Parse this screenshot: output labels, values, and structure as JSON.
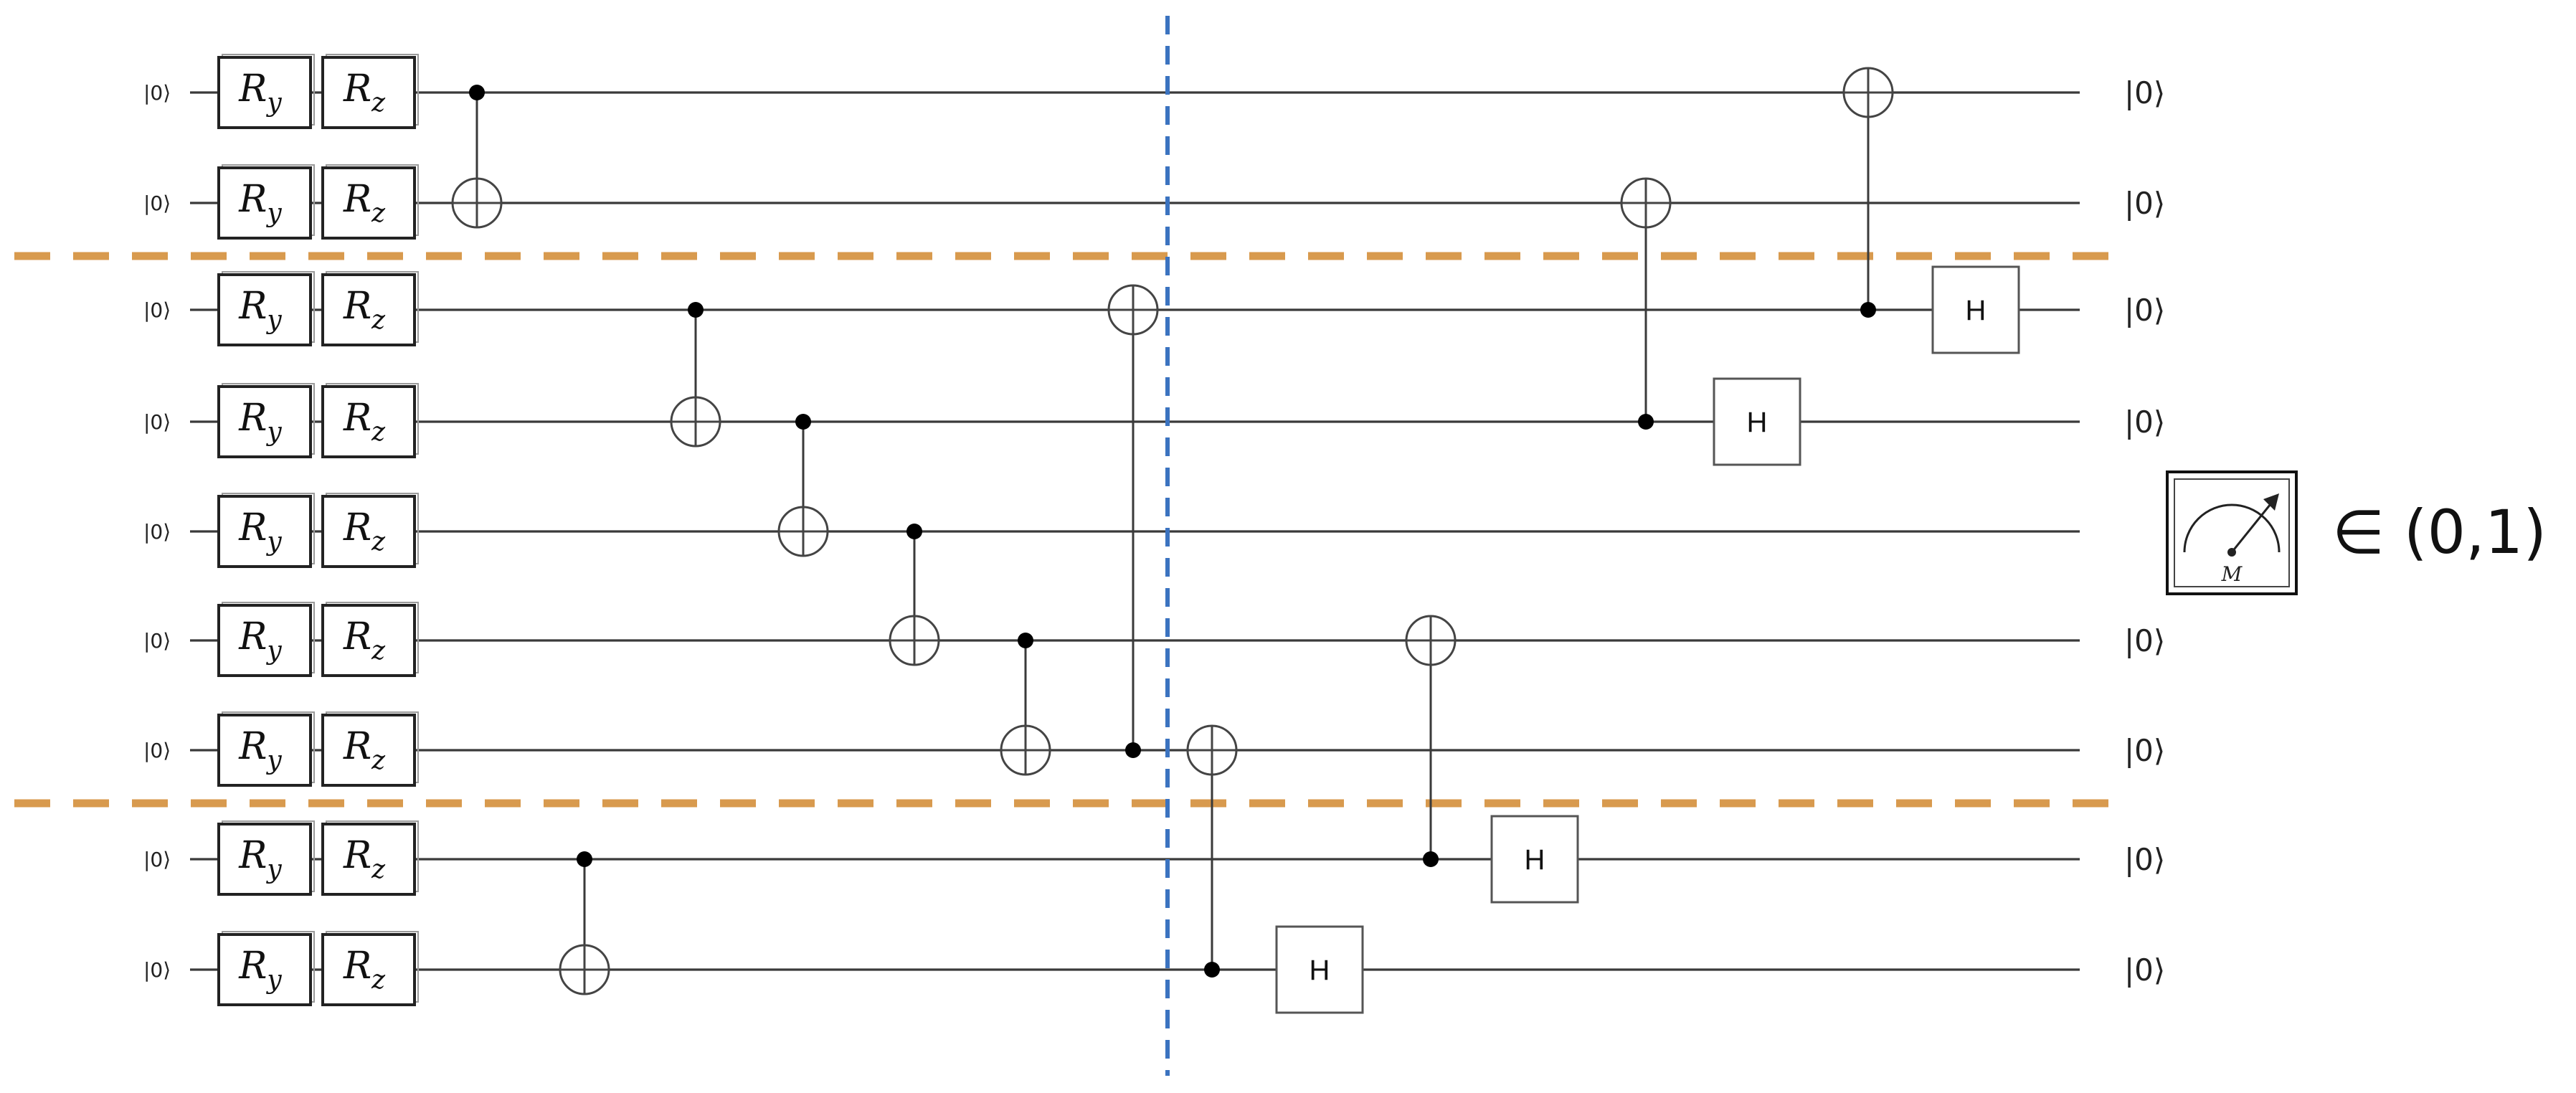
{
  "diagram": {
    "input_state": "|0⟩",
    "output_state": "|0⟩",
    "rotation_gates": [
      {
        "base": "R",
        "sub": "y"
      },
      {
        "base": "R",
        "sub": "z"
      }
    ],
    "hadamard_label": "H",
    "measurement": {
      "qubit_index": 4,
      "meter_label": "M",
      "result": "∈ (0,1)"
    },
    "cnots": [
      {
        "control": 0,
        "target": 1,
        "column": 0
      },
      {
        "control": 7,
        "target": 8,
        "column": 1
      },
      {
        "control": 2,
        "target": 3,
        "column": 2
      },
      {
        "control": 3,
        "target": 4,
        "column": 3
      },
      {
        "control": 4,
        "target": 5,
        "column": 4
      },
      {
        "control": 5,
        "target": 6,
        "column": 5
      },
      {
        "control": 6,
        "target": 2,
        "column": 6
      },
      {
        "control": 8,
        "target": 6,
        "column": 7
      },
      {
        "control": 7,
        "target": 5,
        "column": 9
      },
      {
        "control": 3,
        "target": 1,
        "column": 11
      },
      {
        "control": 2,
        "target": 0,
        "column": 13
      }
    ],
    "hadamards": [
      {
        "qubit": 8,
        "column": 8
      },
      {
        "qubit": 7,
        "column": 10
      },
      {
        "qubit": 3,
        "column": 12
      },
      {
        "qubit": 2,
        "column": 14
      }
    ],
    "separators": {
      "orange_color": "#d89a4e",
      "blue_color": "#3b73c0"
    }
  }
}
